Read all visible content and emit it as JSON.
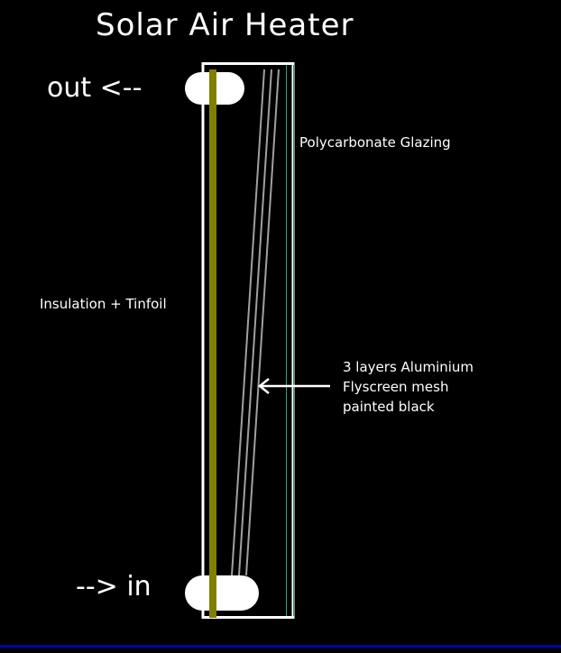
{
  "title": "Solar Air Heater",
  "labels": {
    "out": "out <--",
    "in": "--> in",
    "glazing": "Polycarbonate Glazing",
    "insulation": "Insulation + Tinfoil",
    "mesh_line1": "3 layers Aluminium",
    "mesh_line2": "Flyscreen mesh",
    "mesh_line3": "painted black"
  },
  "colors": {
    "background": "#000000",
    "insulation": "#808000",
    "glazing": "#2e9e7a",
    "mesh": "#a0a0a0",
    "baseline": "#0000ff"
  }
}
